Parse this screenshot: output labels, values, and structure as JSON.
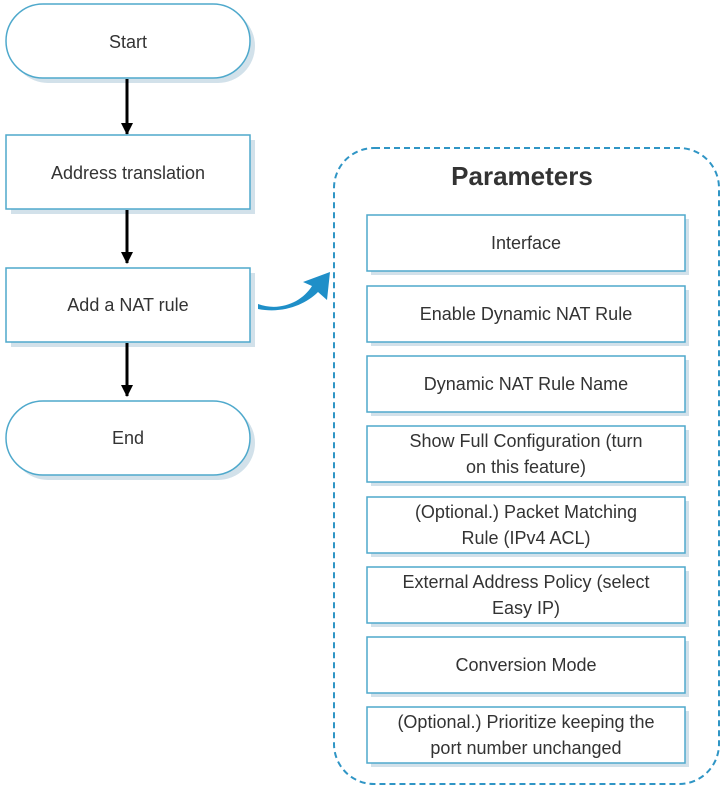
{
  "flow": {
    "start": "Start",
    "step1": "Address translation",
    "step2": "Add a NAT rule",
    "end": "End"
  },
  "parameters": {
    "title": "Parameters",
    "items": [
      {
        "line1": "Interface",
        "line2": ""
      },
      {
        "line1": "Enable Dynamic NAT Rule",
        "line2": ""
      },
      {
        "line1": "Dynamic NAT Rule Name",
        "line2": ""
      },
      {
        "line1": "Show Full Configuration (turn",
        "line2": "on this feature)"
      },
      {
        "line1": "(Optional.) Packet Matching",
        "line2": "Rule (IPv4 ACL)"
      },
      {
        "line1": "External Address Policy (select",
        "line2": "Easy IP)"
      },
      {
        "line1": "Conversion Mode",
        "line2": ""
      },
      {
        "line1": "(Optional.) Prioritize keeping the",
        "line2": "port number unchanged"
      }
    ]
  },
  "colors": {
    "node_border": "#4fa9cc",
    "node_shadow": "#d2e1ea",
    "panel_border": "#2f95c5",
    "callout_arrow": "#1f8fc8",
    "flow_arrow": "#000000",
    "text": "#333333"
  }
}
